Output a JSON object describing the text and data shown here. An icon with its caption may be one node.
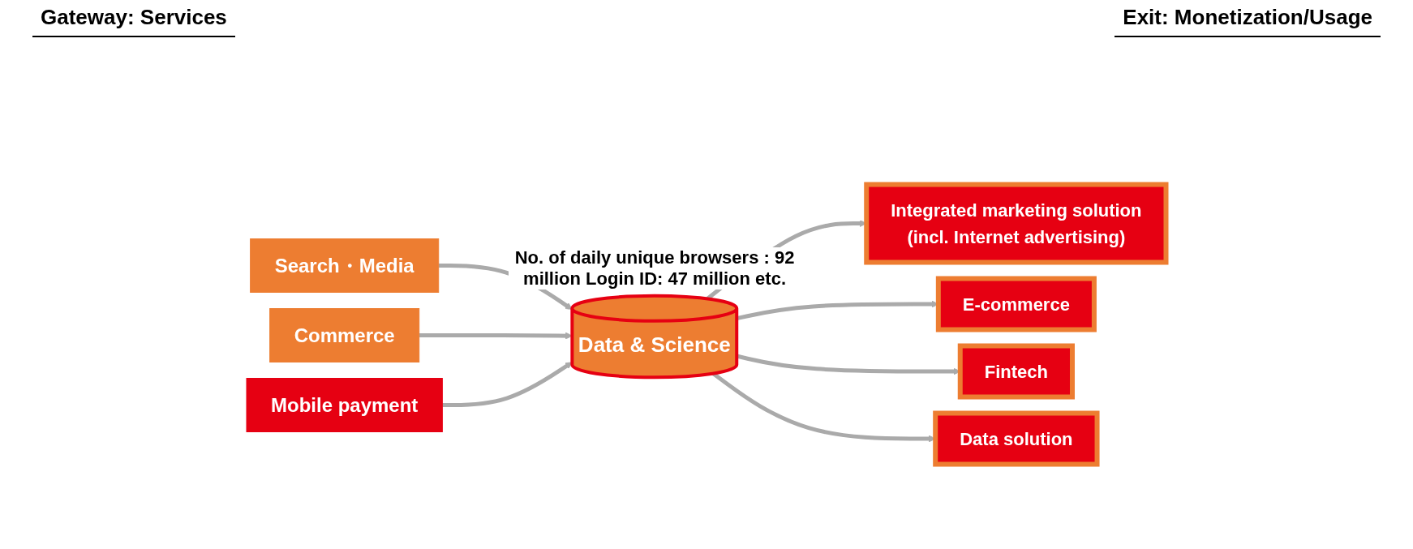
{
  "diagram": {
    "nodes": [
      {
        "text": [
          "Search・Media"
        ]
      },
      {
        "text": [
          "Commerce"
        ]
      },
      {
        "text": [
          "Mobile payment"
        ]
      },
      {
        "text": [
          "Data & Science"
        ],
        "beside": [
          "No. of daily unique browsers : 92 million Login ID: 47 million etc."
        ]
      },
      {
        "text": [
          "Integrated marketing solution",
          "(incl. Internet advertising)"
        ]
      },
      {
        "text": [
          "E-commerce"
        ]
      },
      {
        "text": [
          "Fintech"
        ]
      },
      {
        "text": [
          "Data solution"
        ]
      }
    ],
    "edges": [
      {
        "from": 0,
        "to": 3,
        "arrow": "to"
      },
      {
        "from": 1,
        "to": 3,
        "arrow": "to"
      },
      {
        "from": 2,
        "to": 3,
        "arrow": "to"
      },
      {
        "from": 3,
        "to": 4,
        "arrow": "to"
      },
      {
        "from": 3,
        "to": 5,
        "arrow": "to"
      },
      {
        "from": 3,
        "to": 6,
        "arrow": "to"
      },
      {
        "from": 3,
        "to": 7,
        "arrow": "to"
      }
    ],
    "labels": [
      "Gateway: Services",
      "Exit: Monetization/Usage"
    ]
  }
}
